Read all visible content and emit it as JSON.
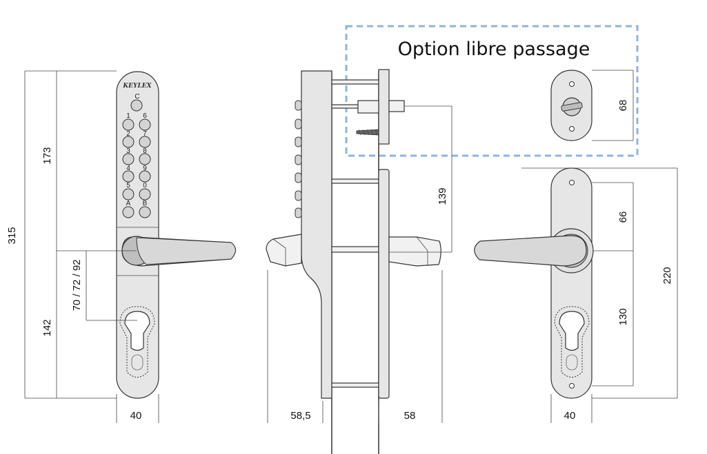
{
  "option_box": {
    "title": "Option libre passage",
    "border_color": "#8fb4d8"
  },
  "brand": "KEYLEX",
  "keypad": {
    "top_key": "C",
    "rows": [
      [
        "1",
        "6"
      ],
      [
        "2",
        "7"
      ],
      [
        "3",
        "8"
      ],
      [
        "4",
        "9"
      ],
      [
        "5",
        "0"
      ],
      [
        "A",
        "B"
      ]
    ]
  },
  "dimensions": {
    "total_height": "315",
    "upper_height": "173",
    "lower_height": "142",
    "center_distance": "70 / 72 / 92",
    "front_width": "40",
    "side_depth_outer": "58,5",
    "side_depth_inner": "58",
    "side_spacing": "139",
    "option_height": "68",
    "back_plate_height": "220",
    "back_upper": "66",
    "back_lower": "130",
    "back_width": "40"
  },
  "colors": {
    "part_fill": "#e6e6e6",
    "outline": "#333333",
    "dimension_line": "#444444"
  }
}
